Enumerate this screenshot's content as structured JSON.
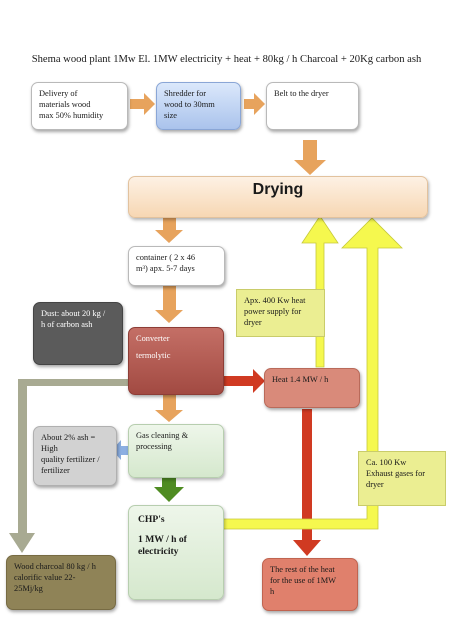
{
  "title": "Shema wood plant 1Mw El. 1MW electricity + heat + 80kg / h Charcoal + 20Kg carbon ash",
  "colors": {
    "arrow_orange": "#e7a35d",
    "arrow_red": "#d03a22",
    "arrow_yellow": "#f5f84e",
    "arrow_green": "#4f8c22",
    "arrow_grey": "#a8aa92",
    "arrow_blue": "#8cafe2"
  },
  "nodes": {
    "delivery": {
      "text": "Delivery of\nmaterials wood\nmax 50% humidity"
    },
    "shredder": {
      "text": "Shredder for\nwood to 30mm\nsize"
    },
    "belt": {
      "text": "Belt to the dryer"
    },
    "drying": {
      "text": "Drying"
    },
    "container": {
      "text": "container ( 2 x 46\nm³) apx. 5-7 days"
    },
    "dust": {
      "text": "Dust: about 20 kg /\nh of carbon ash"
    },
    "converter": {
      "line1": "Converter",
      "line2": "termolytic"
    },
    "heat": {
      "text": "Heat 1.4 MW / h"
    },
    "ash": {
      "text": "About 2% ash = High\nquality fertilizer /\nfertilizer"
    },
    "gas": {
      "text": "Gas cleaning &\nprocessing"
    },
    "chp": {
      "line1": "CHP's",
      "line2": "1 MW / h of\nelectricity"
    },
    "charcoal": {
      "text": "Wood charcoal 80 kg / h\ncalorific value 22-\n25Mj/kg"
    },
    "rest": {
      "text": "The rest of the heat\nfor the use of 1MW\nh"
    }
  },
  "notes": {
    "heat_supply": "Apx. 400 Kw heat\npower supply for\ndryer",
    "exhaust": "Ca. 100 Kw\nExhaust gases for\ndryer"
  }
}
